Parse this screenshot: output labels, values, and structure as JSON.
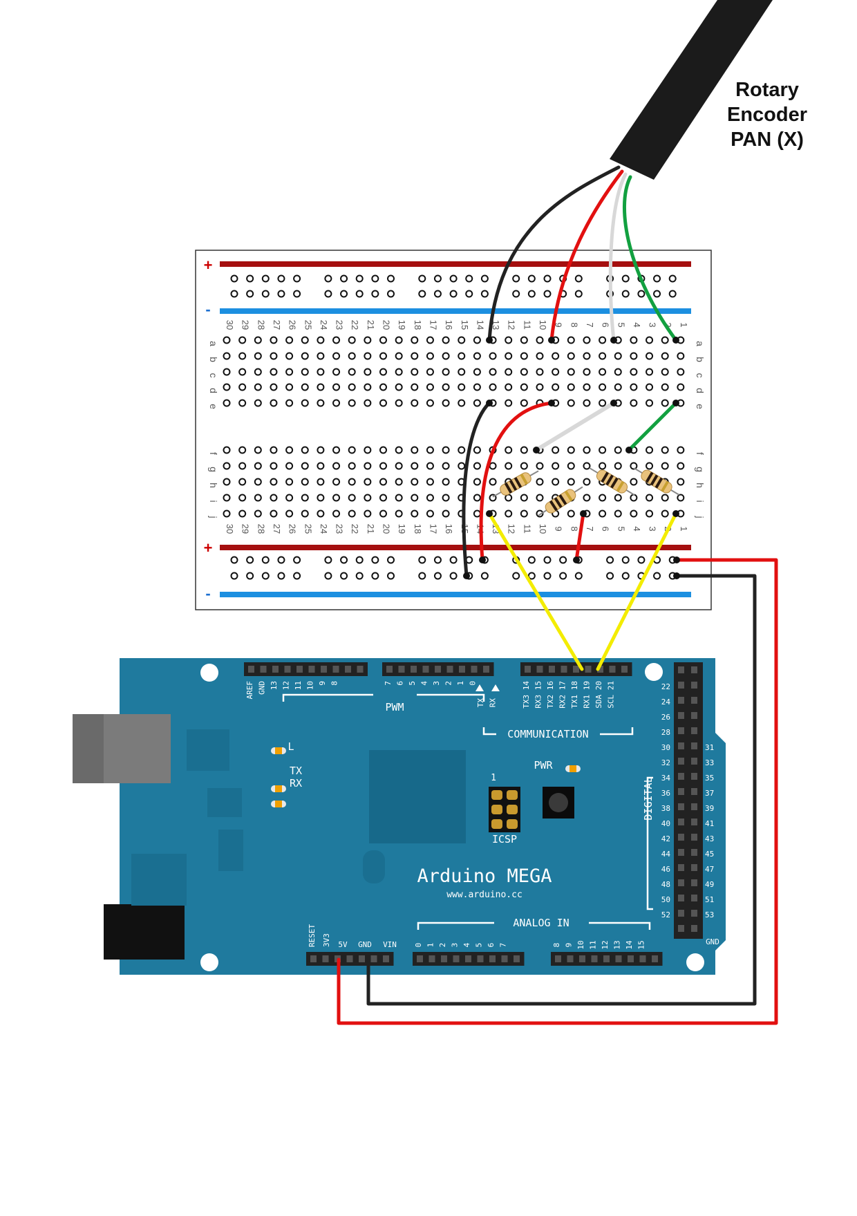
{
  "title": {
    "line1": "Rotary",
    "line2": "Encoder",
    "line3": "PAN (X)"
  },
  "colors": {
    "board_blue": "#1f7a9e",
    "board_dark": "#17698a",
    "header_black": "#222222",
    "rail_red": "#a50f0f",
    "rail_blue": "#1c8fe0",
    "wire_black": "#222222",
    "wire_red": "#e21010",
    "wire_white": "#d8d8d8",
    "wire_green": "#12a040",
    "wire_yellow": "#f3ec00",
    "cable": "#1b1b1b"
  },
  "breadboard": {
    "plus_label": "+",
    "minus_label": "-",
    "row_letters_top": [
      "a",
      "b",
      "c",
      "d",
      "e"
    ],
    "row_letters_bottom": [
      "f",
      "g",
      "h",
      "i",
      "j"
    ],
    "column_numbers": [
      "30",
      "29",
      "28",
      "27",
      "26",
      "25",
      "24",
      "23",
      "22",
      "21",
      "20",
      "19",
      "18",
      "17",
      "16",
      "15",
      "14",
      "13",
      "12",
      "11",
      "10",
      "9",
      "8",
      "7",
      "6",
      "5",
      "4",
      "3",
      "2",
      "1"
    ]
  },
  "arduino": {
    "name": "Arduino MEGA",
    "url": "www.arduino.cc",
    "pwm_label": "PWM",
    "communication_label": "COMMUNICATION",
    "analog_label": "ANALOG IN",
    "digital_label": "DIGITAL",
    "icsp_label": "ICSP",
    "pwr_label": "PWR",
    "l_label": "L",
    "tx_label": "TX",
    "rx_label": "RX",
    "icsp_pin1": "1",
    "gnd_right_label": "GND",
    "top_left_pins": [
      "AREF",
      "GND",
      "13",
      "12",
      "11",
      "10",
      "9",
      "8"
    ],
    "top_mid_pins": [
      "7",
      "6",
      "5",
      "4",
      "3",
      "2",
      "1",
      "0"
    ],
    "txrx_labels": [
      "TX",
      "RX"
    ],
    "comm_pins": [
      "TX3 14",
      "RX3 15",
      "TX2 16",
      "RX2 17",
      "TX1 18",
      "RX1 19",
      "SDA 20",
      "SCL 21"
    ],
    "digital_left": [
      "22",
      "24",
      "26",
      "28",
      "30",
      "32",
      "34",
      "36",
      "38",
      "40",
      "42",
      "44",
      "46",
      "48",
      "50",
      "52"
    ],
    "digital_right": [
      "31",
      "33",
      "35",
      "37",
      "39",
      "41",
      "43",
      "45",
      "47",
      "49",
      "51",
      "53"
    ],
    "power_pins": [
      "RESET",
      "3V3",
      "5V",
      "GND",
      "VIN"
    ],
    "analog_pins_a": [
      "0",
      "1",
      "2",
      "3",
      "4",
      "5",
      "6",
      "7"
    ],
    "analog_pins_b": [
      "8",
      "9",
      "10",
      "11",
      "12",
      "13",
      "14",
      "15"
    ]
  }
}
